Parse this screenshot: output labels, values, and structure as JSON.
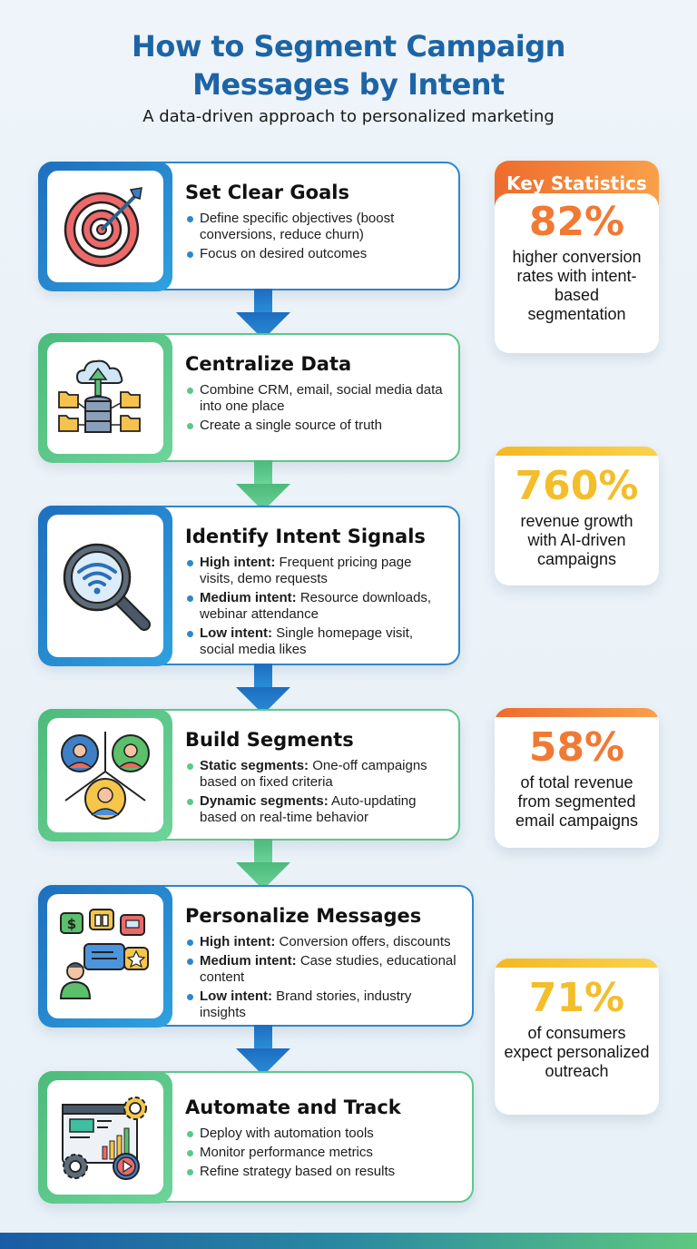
{
  "header": {
    "title_line1": "How to Segment Campaign",
    "title_line2": "Messages by Intent",
    "subtitle": "A data-driven approach to personalized marketing"
  },
  "colors": {
    "title_blue": "#1d64a5",
    "step_blue": "#2f86cc",
    "step_green": "#5cc78a",
    "stat_orange": "#f07a34",
    "stat_yellow": "#f4bd2a"
  },
  "steps": [
    {
      "title": "Set Clear Goals",
      "icon": "target-icon",
      "theme": "blue",
      "bullets": [
        {
          "bold": "",
          "text": "Define specific objectives (boost conversions, reduce churn)"
        },
        {
          "bold": "",
          "text": "Focus on desired outcomes"
        }
      ]
    },
    {
      "title": "Centralize Data",
      "icon": "database-cloud-icon",
      "theme": "green",
      "bullets": [
        {
          "bold": "",
          "text": "Combine CRM, email, social media data into one place"
        },
        {
          "bold": "",
          "text": "Create a single source of truth"
        }
      ]
    },
    {
      "title": "Identify Intent Signals",
      "icon": "magnifier-signal-icon",
      "theme": "blue",
      "bullets": [
        {
          "bold": "High intent:",
          "text": " Frequent pricing page visits, demo requests"
        },
        {
          "bold": "Medium intent:",
          "text": " Resource downloads, webinar attendance"
        },
        {
          "bold": "Low intent:",
          "text": " Single homepage visit, social media likes"
        }
      ]
    },
    {
      "title": "Build Segments",
      "icon": "user-segments-icon",
      "theme": "green",
      "bullets": [
        {
          "bold": "Static segments:",
          "text": " One-off campaigns based on fixed criteria"
        },
        {
          "bold": "Dynamic segments:",
          "text": " Auto-updating based on real-time behavior"
        }
      ]
    },
    {
      "title": "Personalize Messages",
      "icon": "chat-bubbles-icon",
      "theme": "blue",
      "bullets": [
        {
          "bold": "High intent:",
          "text": " Conversion offers, discounts"
        },
        {
          "bold": "Medium intent:",
          "text": " Case studies, educational content"
        },
        {
          "bold": "Low intent:",
          "text": " Brand stories, industry insights"
        }
      ]
    },
    {
      "title": "Automate and Track",
      "icon": "dashboard-gears-icon",
      "theme": "green",
      "bullets": [
        {
          "bold": "",
          "text": "Deploy with automation tools"
        },
        {
          "bold": "",
          "text": "Monitor performance metrics"
        },
        {
          "bold": "",
          "text": "Refine strategy based on results"
        }
      ]
    }
  ],
  "stats": {
    "header": "Key Statistics",
    "items": [
      {
        "value": "82%",
        "desc": "higher conversion rates with intent-based segmentation",
        "color": "orange"
      },
      {
        "value": "760%",
        "desc": "revenue growth with AI-driven campaigns",
        "color": "yellow"
      },
      {
        "value": "58%",
        "desc": "of total revenue from segmented email campaigns",
        "color": "orange"
      },
      {
        "value": "71%",
        "desc": "of consumers expect personalized outreach",
        "color": "yellow"
      }
    ]
  }
}
